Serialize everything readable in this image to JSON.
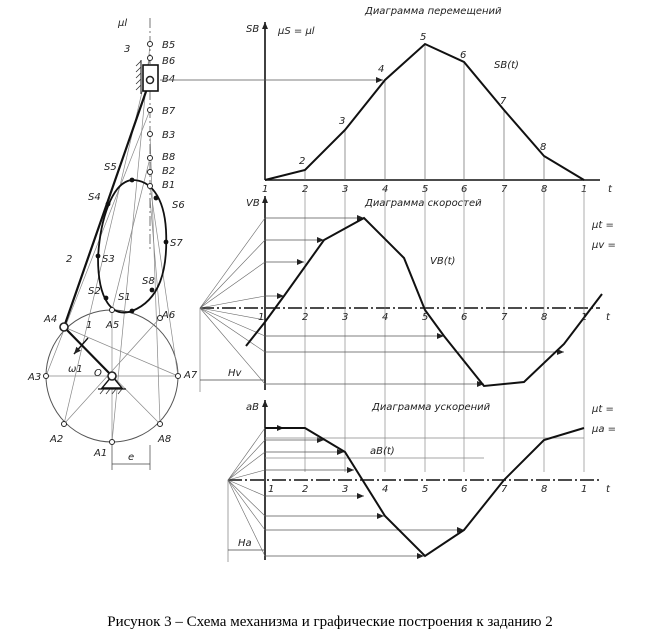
{
  "caption": "Рисунок 3 – Схема механизма и графические построения к заданию 2",
  "mechanism": {
    "scale_label": "μl",
    "link_labels": [
      "1",
      "2",
      "3"
    ],
    "omega_label": "ω1",
    "origin_label": "O",
    "offset_label": "e",
    "crank_points": [
      "A1",
      "A2",
      "A3",
      "A4",
      "A5",
      "A6",
      "A7",
      "A8"
    ],
    "slider_points": [
      "B1",
      "B2",
      "B3",
      "B4",
      "B5",
      "B6",
      "B7",
      "B8"
    ],
    "coupler_points": [
      "S1",
      "S2",
      "S3",
      "S4",
      "S5",
      "S6",
      "S7",
      "S8"
    ]
  },
  "displacement": {
    "title": "Диаграмма перемещений",
    "ylabel": "SB",
    "scale": "μS = μl",
    "xlabel": "t",
    "curve_label": "SB(t)",
    "ticks": [
      "1",
      "2",
      "3",
      "4",
      "5",
      "6",
      "7",
      "8",
      "1"
    ],
    "point_labels": [
      "2",
      "3",
      "4",
      "5",
      "6",
      "7",
      "8"
    ]
  },
  "velocity": {
    "title": "Диаграмма скоростей",
    "ylabel": "VB",
    "scale_1": "μt =",
    "scale_2": "μv =",
    "xlabel": "t",
    "curve_label": "VB(t)",
    "pole_distance": "Hv",
    "ticks": [
      "1",
      "2",
      "3",
      "4",
      "5",
      "6",
      "7",
      "8",
      "1"
    ]
  },
  "acceleration": {
    "title": "Диаграмма ускорений",
    "ylabel": "aB",
    "scale_1": "μt =",
    "scale_2": "μa =",
    "xlabel": "t",
    "curve_label": "aB(t)",
    "pole_distance": "Ha",
    "ticks": [
      "1",
      "2",
      "3",
      "4",
      "5",
      "6",
      "7",
      "8",
      "1"
    ]
  }
}
